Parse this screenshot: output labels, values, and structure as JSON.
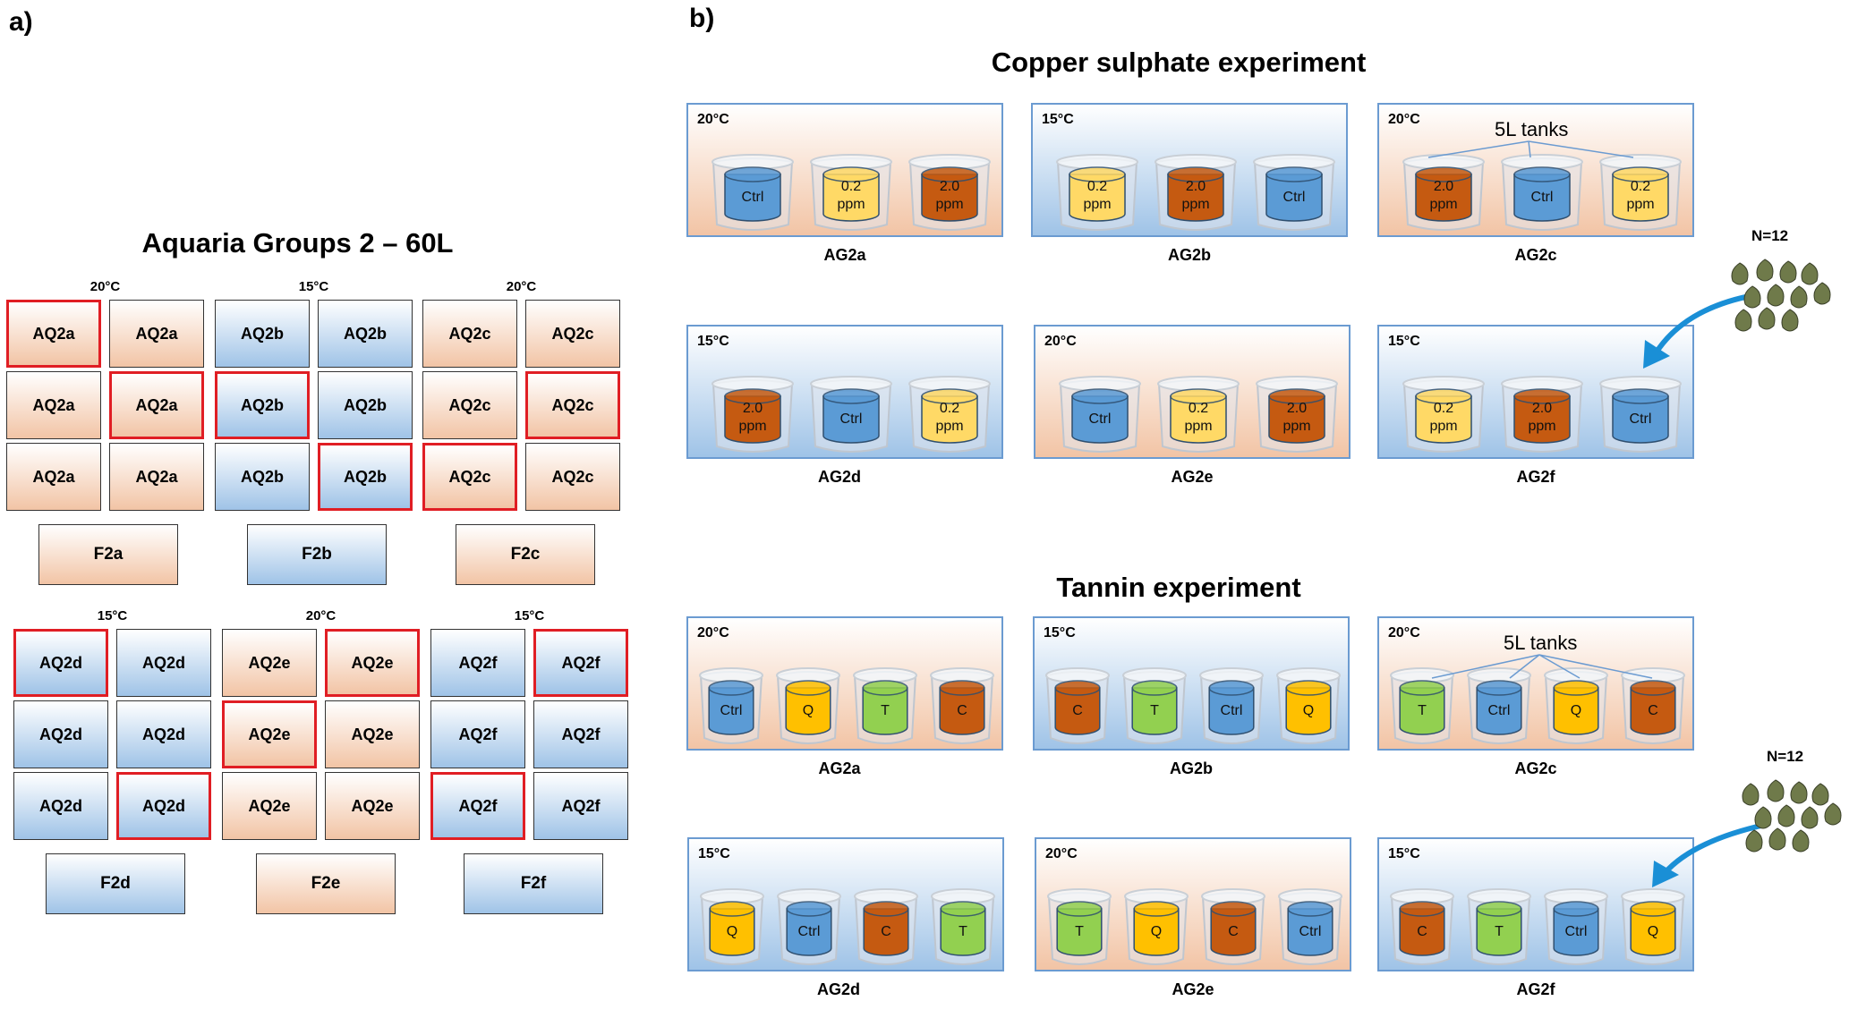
{
  "panel_a": {
    "letter": "a)",
    "title": "Aquaria Groups 2 – 60L",
    "groups": [
      {
        "temp": "20°C",
        "tone": "warm",
        "tanks": [
          [
            "AQ2a",
            "AQ2a"
          ],
          [
            "AQ2a",
            "AQ2a"
          ],
          [
            "AQ2a",
            "AQ2a"
          ]
        ],
        "red": [
          [
            true,
            false
          ],
          [
            false,
            true
          ],
          [
            false,
            false
          ]
        ],
        "filter": "F2a"
      },
      {
        "temp": "15°C",
        "tone": "cool",
        "tanks": [
          [
            "AQ2b",
            "AQ2b"
          ],
          [
            "AQ2b",
            "AQ2b"
          ],
          [
            "AQ2b",
            "AQ2b"
          ]
        ],
        "red": [
          [
            false,
            false
          ],
          [
            true,
            false
          ],
          [
            false,
            true
          ]
        ],
        "filter": "F2b"
      },
      {
        "temp": "20°C",
        "tone": "warm",
        "tanks": [
          [
            "AQ2c",
            "AQ2c"
          ],
          [
            "AQ2c",
            "AQ2c"
          ],
          [
            "AQ2c",
            "AQ2c"
          ]
        ],
        "red": [
          [
            false,
            false
          ],
          [
            false,
            true
          ],
          [
            true,
            false
          ]
        ],
        "filter": "F2c"
      },
      {
        "temp": "15°C",
        "tone": "cool",
        "tanks": [
          [
            "AQ2d",
            "AQ2d"
          ],
          [
            "AQ2d",
            "AQ2d"
          ],
          [
            "AQ2d",
            "AQ2d"
          ]
        ],
        "red": [
          [
            true,
            false
          ],
          [
            false,
            false
          ],
          [
            false,
            true
          ]
        ],
        "filter": "F2d"
      },
      {
        "temp": "20°C",
        "tone": "warm",
        "tanks": [
          [
            "AQ2e",
            "AQ2e"
          ],
          [
            "AQ2e",
            "AQ2e"
          ],
          [
            "AQ2e",
            "AQ2e"
          ]
        ],
        "red": [
          [
            false,
            true
          ],
          [
            true,
            false
          ],
          [
            false,
            false
          ]
        ],
        "filter": "F2e"
      },
      {
        "temp": "15°C",
        "tone": "cool",
        "tanks": [
          [
            "AQ2f",
            "AQ2f"
          ],
          [
            "AQ2f",
            "AQ2f"
          ],
          [
            "AQ2f",
            "AQ2f"
          ]
        ],
        "red": [
          [
            false,
            true
          ],
          [
            false,
            false
          ],
          [
            true,
            false
          ]
        ],
        "filter": "F2f"
      }
    ]
  },
  "panel_b": {
    "letter": "b)",
    "colors": {
      "ctrl": "#5b9bd5",
      "low": "#ffd966",
      "high": "#c55a11",
      "q": "#ffc000",
      "t": "#92d050",
      "c": "#c55a11"
    },
    "copper": {
      "title": "Copper sulphate experiment",
      "tank_note": "5L tanks",
      "n_label": "N=12",
      "panels": [
        {
          "name": "AG2a",
          "temp": "20°C",
          "tone": "warm",
          "cylinders": [
            {
              "kind": "ctrl",
              "label": [
                "Ctrl"
              ]
            },
            {
              "kind": "low",
              "label": [
                "0.2",
                "ppm"
              ]
            },
            {
              "kind": "high",
              "label": [
                "2.0",
                "ppm"
              ]
            }
          ]
        },
        {
          "name": "AG2b",
          "temp": "15°C",
          "tone": "cool",
          "cylinders": [
            {
              "kind": "low",
              "label": [
                "0.2",
                "ppm"
              ]
            },
            {
              "kind": "high",
              "label": [
                "2.0",
                "ppm"
              ]
            },
            {
              "kind": "ctrl",
              "label": [
                "Ctrl"
              ]
            }
          ]
        },
        {
          "name": "AG2c",
          "temp": "20°C",
          "tone": "warm",
          "cylinders": [
            {
              "kind": "high",
              "label": [
                "2.0",
                "ppm"
              ]
            },
            {
              "kind": "ctrl",
              "label": [
                "Ctrl"
              ]
            },
            {
              "kind": "low",
              "label": [
                "0.2",
                "ppm"
              ]
            }
          ]
        },
        {
          "name": "AG2d",
          "temp": "15°C",
          "tone": "cool",
          "cylinders": [
            {
              "kind": "high",
              "label": [
                "2.0",
                "ppm"
              ]
            },
            {
              "kind": "ctrl",
              "label": [
                "Ctrl"
              ]
            },
            {
              "kind": "low",
              "label": [
                "0.2",
                "ppm"
              ]
            }
          ]
        },
        {
          "name": "AG2e",
          "temp": "20°C",
          "tone": "warm",
          "cylinders": [
            {
              "kind": "ctrl",
              "label": [
                "Ctrl"
              ]
            },
            {
              "kind": "low",
              "label": [
                "0.2",
                "ppm"
              ]
            },
            {
              "kind": "high",
              "label": [
                "2.0",
                "ppm"
              ]
            }
          ]
        },
        {
          "name": "AG2f",
          "temp": "15°C",
          "tone": "cool",
          "cylinders": [
            {
              "kind": "low",
              "label": [
                "0.2",
                "ppm"
              ]
            },
            {
              "kind": "high",
              "label": [
                "2.0",
                "ppm"
              ]
            },
            {
              "kind": "ctrl",
              "label": [
                "Ctrl"
              ]
            }
          ]
        }
      ]
    },
    "tannin": {
      "title": "Tannin experiment",
      "tank_note": "5L tanks",
      "n_label": "N=12",
      "panels": [
        {
          "name": "AG2a",
          "temp": "20°C",
          "tone": "warm",
          "cylinders": [
            {
              "kind": "ctrl",
              "label": [
                "Ctrl"
              ]
            },
            {
              "kind": "q",
              "label": [
                "Q"
              ]
            },
            {
              "kind": "t",
              "label": [
                "T"
              ]
            },
            {
              "kind": "c",
              "label": [
                "C"
              ]
            }
          ]
        },
        {
          "name": "AG2b",
          "temp": "15°C",
          "tone": "cool",
          "cylinders": [
            {
              "kind": "c",
              "label": [
                "C"
              ]
            },
            {
              "kind": "t",
              "label": [
                "T"
              ]
            },
            {
              "kind": "ctrl",
              "label": [
                "Ctrl"
              ]
            },
            {
              "kind": "q",
              "label": [
                "Q"
              ]
            }
          ]
        },
        {
          "name": "AG2c",
          "temp": "20°C",
          "tone": "warm",
          "cylinders": [
            {
              "kind": "t",
              "label": [
                "T"
              ]
            },
            {
              "kind": "ctrl",
              "label": [
                "Ctrl"
              ]
            },
            {
              "kind": "q",
              "label": [
                "Q"
              ]
            },
            {
              "kind": "c",
              "label": [
                "C"
              ]
            }
          ]
        },
        {
          "name": "AG2d",
          "temp": "15°C",
          "tone": "cool",
          "cylinders": [
            {
              "kind": "q",
              "label": [
                "Q"
              ]
            },
            {
              "kind": "ctrl",
              "label": [
                "Ctrl"
              ]
            },
            {
              "kind": "c",
              "label": [
                "C"
              ]
            },
            {
              "kind": "t",
              "label": [
                "T"
              ]
            }
          ]
        },
        {
          "name": "AG2e",
          "temp": "20°C",
          "tone": "warm",
          "cylinders": [
            {
              "kind": "t",
              "label": [
                "T"
              ]
            },
            {
              "kind": "q",
              "label": [
                "Q"
              ]
            },
            {
              "kind": "c",
              "label": [
                "C"
              ]
            },
            {
              "kind": "ctrl",
              "label": [
                "Ctrl"
              ]
            }
          ]
        },
        {
          "name": "AG2f",
          "temp": "15°C",
          "tone": "cool",
          "cylinders": [
            {
              "kind": "c",
              "label": [
                "C"
              ]
            },
            {
              "kind": "t",
              "label": [
                "T"
              ]
            },
            {
              "kind": "ctrl",
              "label": [
                "Ctrl"
              ]
            },
            {
              "kind": "q",
              "label": [
                "Q"
              ]
            }
          ]
        }
      ]
    }
  }
}
